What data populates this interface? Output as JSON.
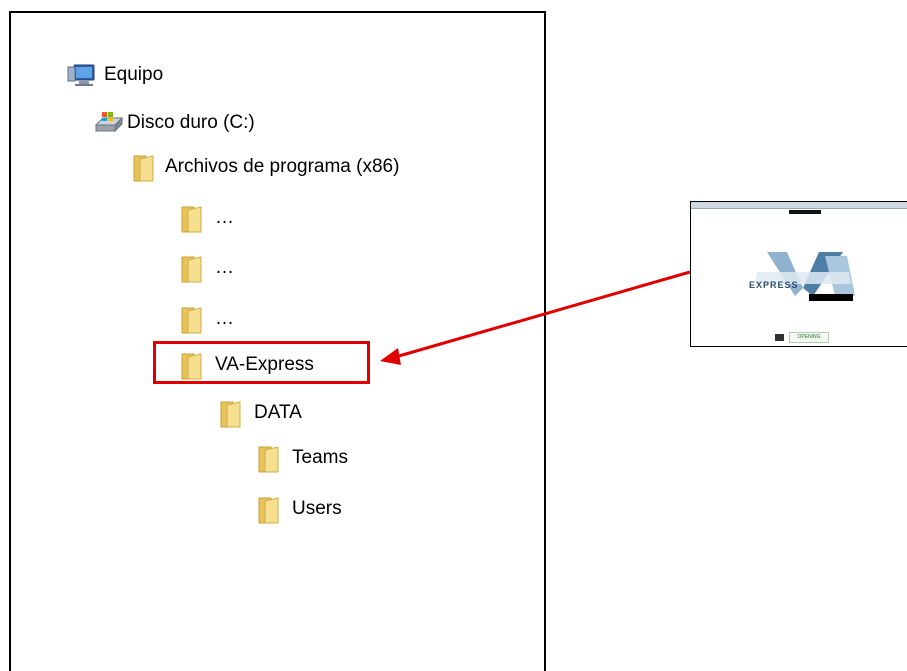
{
  "tree": {
    "equipo": "Equipo",
    "disco": "Disco duro (C:)",
    "archivos": "Archivos de programa (x86)",
    "ellipsis_1": "…",
    "ellipsis_2": "…",
    "ellipsis_3": "…",
    "va_express": "VA-Express",
    "data": "DATA",
    "teams": "Teams",
    "users": "Users"
  },
  "icons": {
    "equipo": "computer-icon",
    "disco": "hard-drive-icon",
    "folder": "folder-icon"
  },
  "thumbnail": {
    "logo_text": "EXPRESS",
    "button_text": "OPENING"
  },
  "colors": {
    "highlight": "#e10000",
    "arrow": "#e10000",
    "folder": "#f2d77a"
  }
}
